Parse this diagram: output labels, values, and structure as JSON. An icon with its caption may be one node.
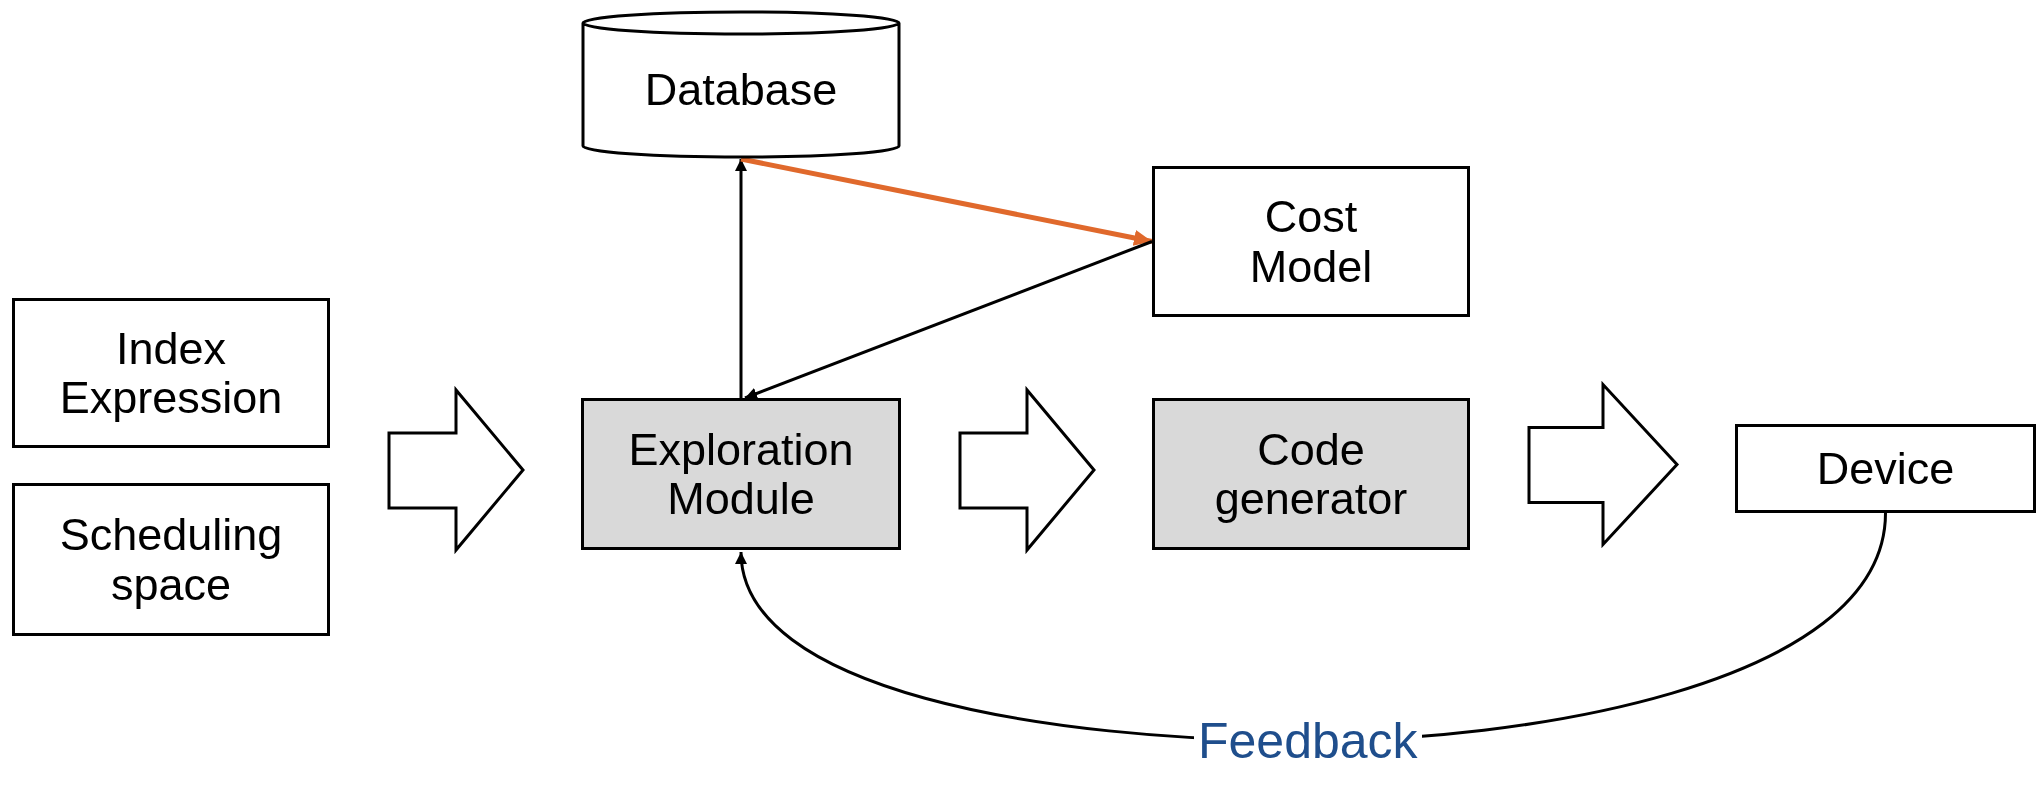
{
  "diagram": {
    "nodes": [
      {
        "text": [
          "Database"
        ]
      },
      {
        "text": [
          "Cost Model"
        ]
      },
      {
        "text": [
          "Index Expression"
        ]
      },
      {
        "text": [
          "Scheduling space"
        ]
      },
      {
        "text": [
          "Exploration Module"
        ]
      },
      {
        "text": [
          "Code generator"
        ]
      },
      {
        "text": [
          "Device"
        ]
      }
    ],
    "edges": [
      {
        "from": 4,
        "to": 0,
        "arrow": "to"
      },
      {
        "from": 0,
        "to": 1,
        "arrow": "to",
        "color": "#e0692c"
      },
      {
        "from": 1,
        "to": 4,
        "arrow": "to"
      },
      {
        "from": 2,
        "to": 4,
        "arrow": "to",
        "style": "thick"
      },
      {
        "from": 3,
        "to": 4,
        "arrow": "to",
        "style": "thick"
      },
      {
        "from": 4,
        "to": 5,
        "arrow": "to",
        "style": "thick"
      },
      {
        "from": 5,
        "to": 6,
        "arrow": "to",
        "style": "thick"
      },
      {
        "from": 6,
        "to": 4,
        "arrow": "to",
        "label": "Feedback"
      }
    ]
  }
}
